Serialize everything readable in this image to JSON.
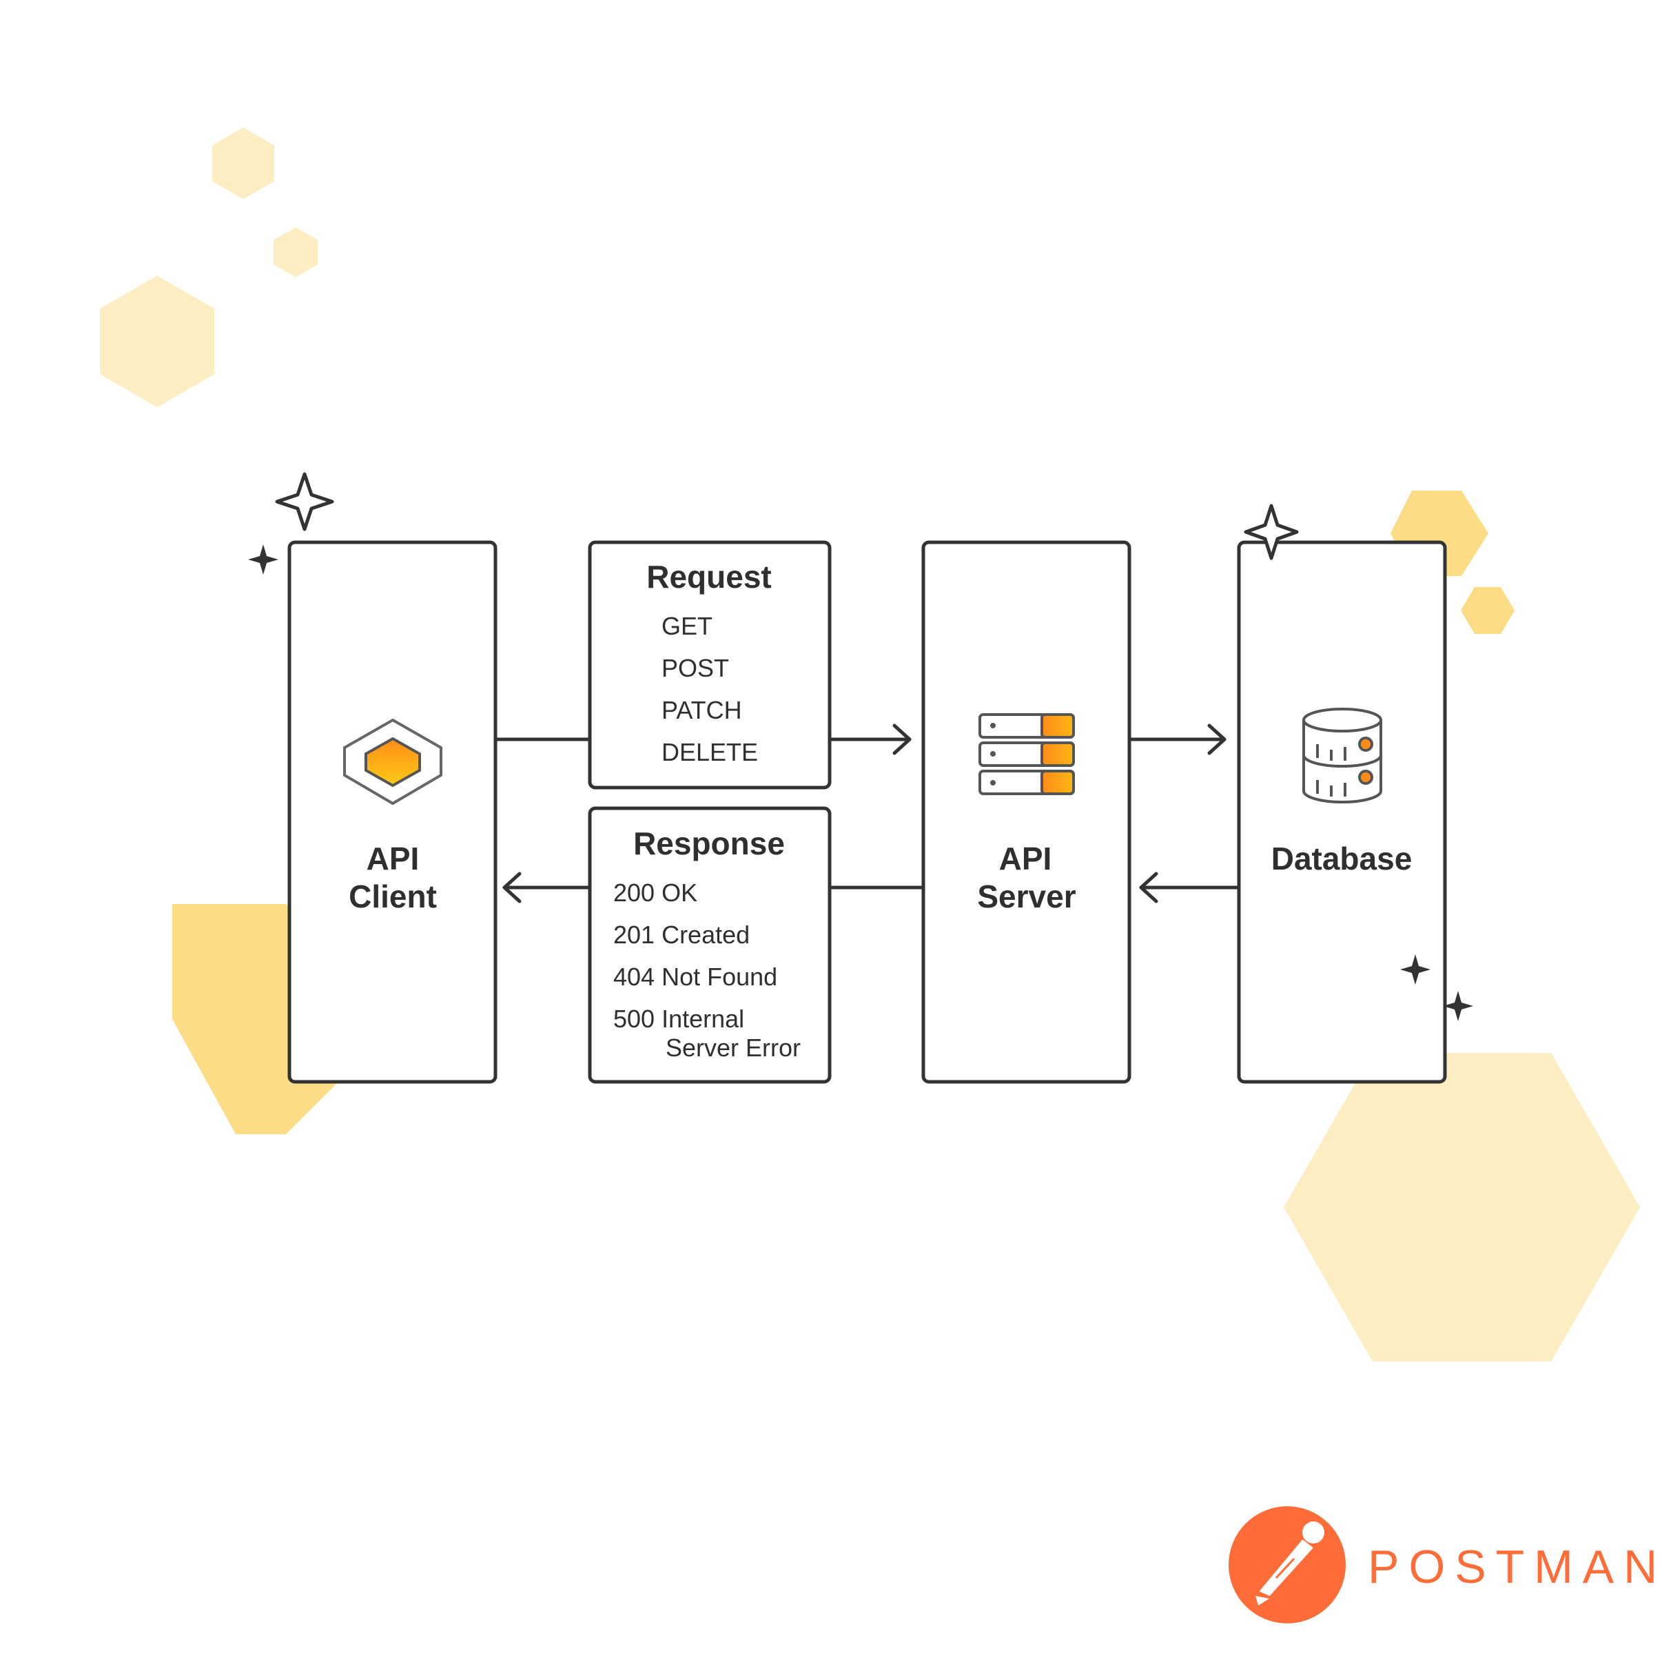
{
  "brand": {
    "name": "POSTMAN",
    "logo_icon": "postman-logo-icon",
    "color": "#ff6c37"
  },
  "colors": {
    "hex_light": "#fdedc2",
    "hex_mid": "#fcdc85",
    "stroke": "#333333",
    "accent_orange": "#ff8d1a",
    "accent_yellow": "#ffcb14"
  },
  "nodes": {
    "client": {
      "line1": "API",
      "line2": "Client",
      "icon": "hexagon-icon"
    },
    "server": {
      "line1": "API",
      "line2": "Server",
      "icon": "server-rack-icon"
    },
    "database": {
      "label": "Database",
      "icon": "database-icon"
    }
  },
  "request": {
    "title": "Request",
    "methods": [
      "GET",
      "POST",
      "PATCH",
      "DELETE"
    ]
  },
  "response": {
    "title": "Response",
    "codes": [
      "200 OK",
      "201 Created",
      "404 Not Found",
      "500 Internal",
      "Server Error"
    ]
  }
}
